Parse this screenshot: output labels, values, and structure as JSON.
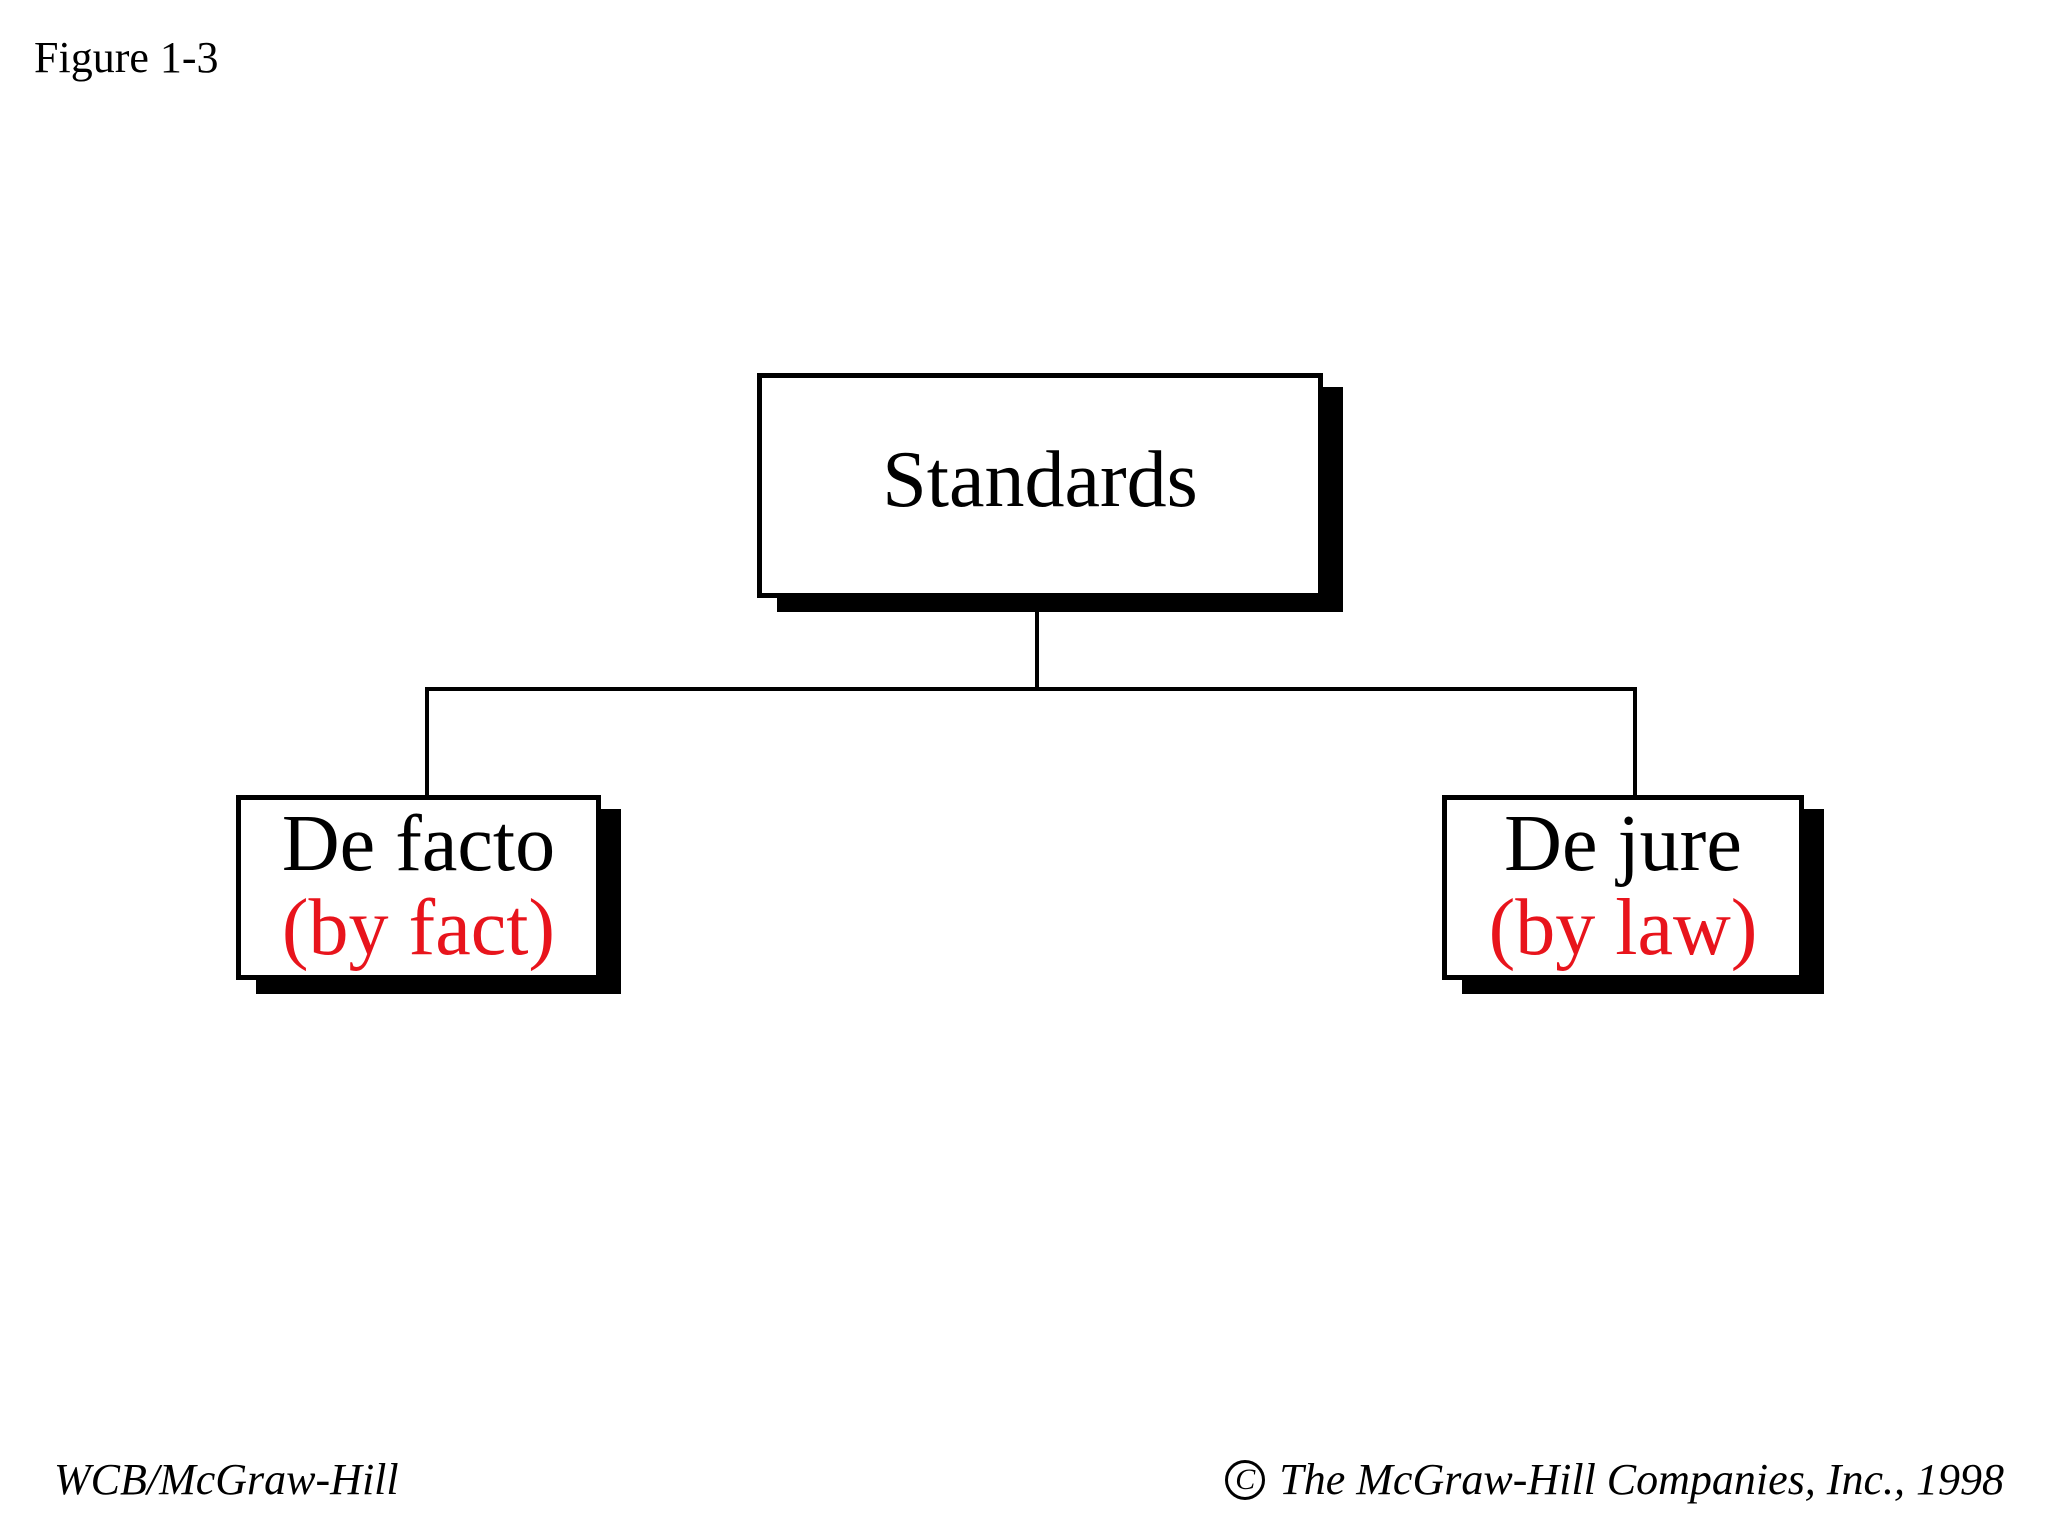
{
  "figure_label": "Figure 1-3",
  "diagram": {
    "root": {
      "label": "Standards"
    },
    "children": [
      {
        "label": "De facto",
        "sublabel": "(by fact)"
      },
      {
        "label": "De jure",
        "sublabel": "(by law)"
      }
    ]
  },
  "footer": {
    "left": "WCB/McGraw-Hill",
    "right": "The McGraw-Hill Companies, Inc., 1998",
    "copyright_symbol": "C",
    "copyright_icon": "copyright-icon"
  },
  "colors": {
    "sublabel": "#e8141c",
    "line": "#000000",
    "background": "#ffffff"
  }
}
